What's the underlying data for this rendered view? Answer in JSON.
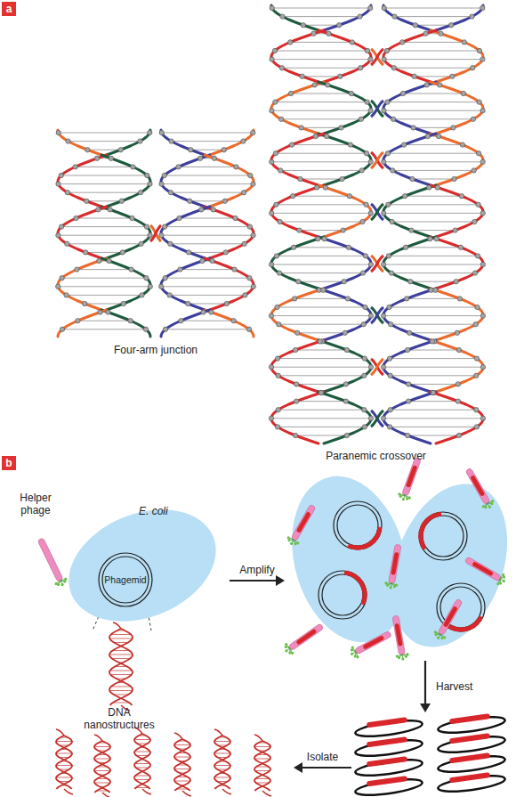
{
  "diagram": {
    "nodes": [
      {
        "text": [
          "a"
        ]
      },
      {
        "text": [
          "b"
        ]
      },
      {
        "text": [
          "E. coli"
        ]
      },
      {
        "text": [
          "Phagemid"
        ],
        "in": 2
      }
    ],
    "labels": [
      "Four-arm junction",
      "Paranemic crossover",
      "Helper phage",
      "DNA nanostructures",
      "Amplify",
      "Harvest",
      "Isolate"
    ]
  }
}
